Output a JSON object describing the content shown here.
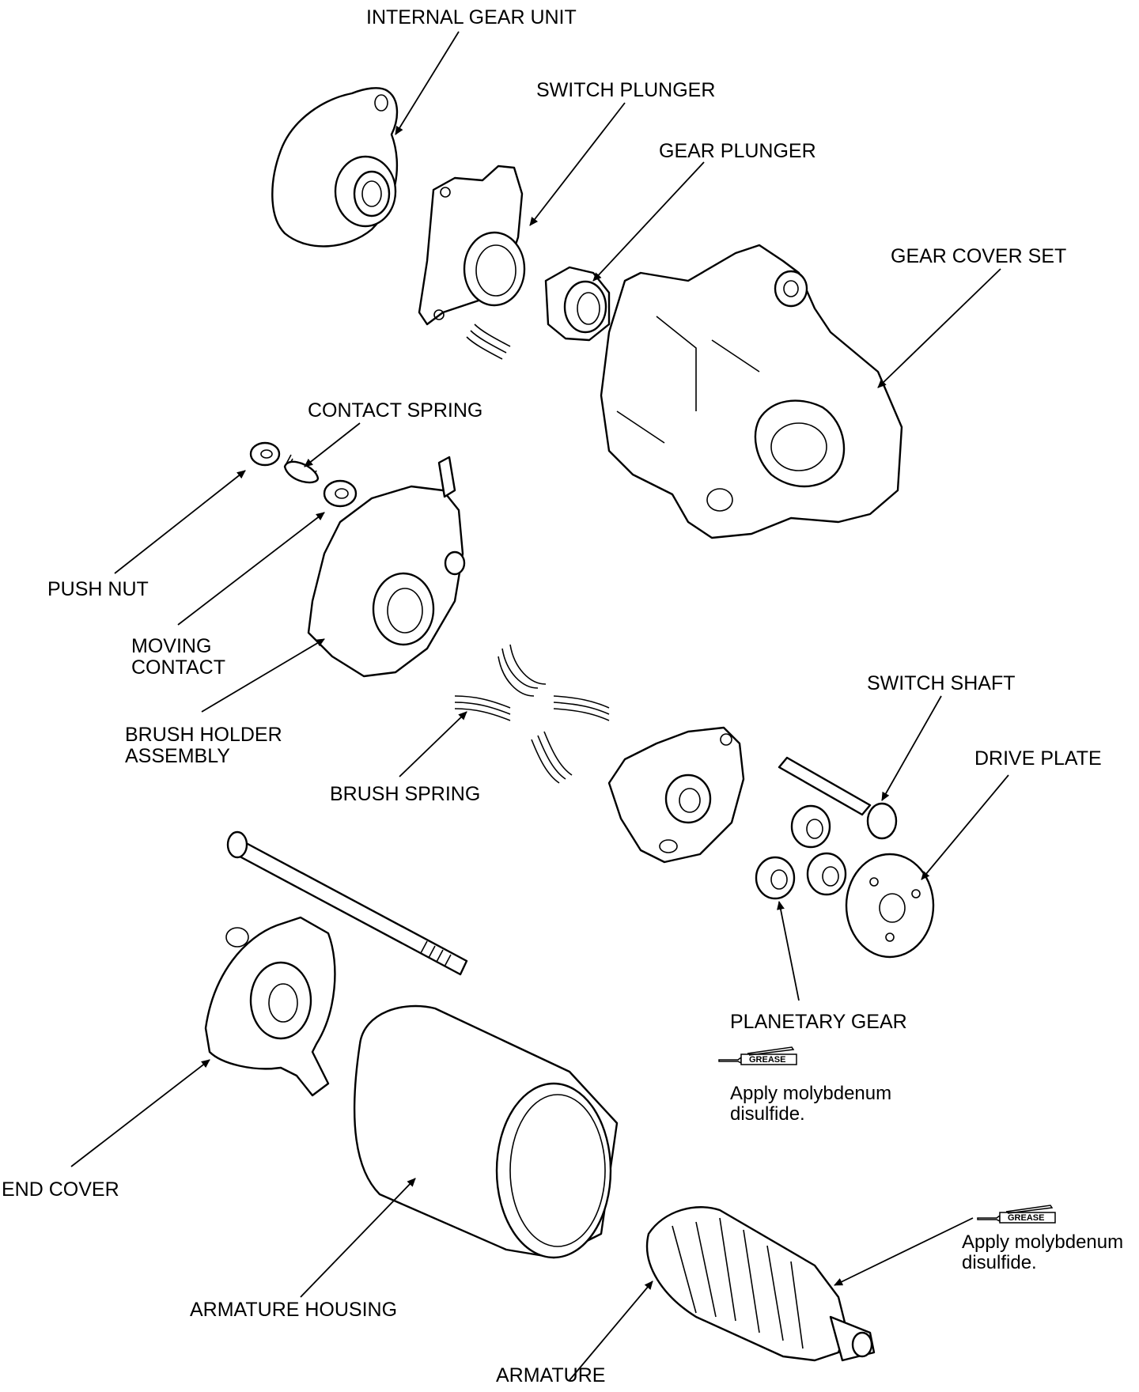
{
  "diagram": {
    "labels": {
      "internal_gear_unit": "INTERNAL GEAR UNIT",
      "switch_plunger": "SWITCH PLUNGER",
      "gear_plunger": "GEAR PLUNGER",
      "gear_cover_set": "GEAR COVER SET",
      "contact_spring": "CONTACT SPRING",
      "push_nut": "PUSH NUT",
      "moving_contact_line1": "MOVING",
      "moving_contact_line2": "CONTACT",
      "brush_holder_line1": "BRUSH HOLDER",
      "brush_holder_line2": "ASSEMBLY",
      "brush_spring": "BRUSH SPRING",
      "switch_shaft": "SWITCH SHAFT",
      "drive_plate": "DRIVE PLATE",
      "planetary_gear": "PLANETARY GEAR",
      "end_cover": "END COVER",
      "armature_housing": "ARMATURE HOUSING",
      "armature": "ARMATURE"
    },
    "grease_notes": [
      {
        "tube_text": "GREASE",
        "line1": "Apply molybdenum",
        "line2": "disulfide."
      },
      {
        "tube_text": "GREASE",
        "line1": "Apply molybdenum",
        "line2": "disulfide."
      }
    ]
  }
}
